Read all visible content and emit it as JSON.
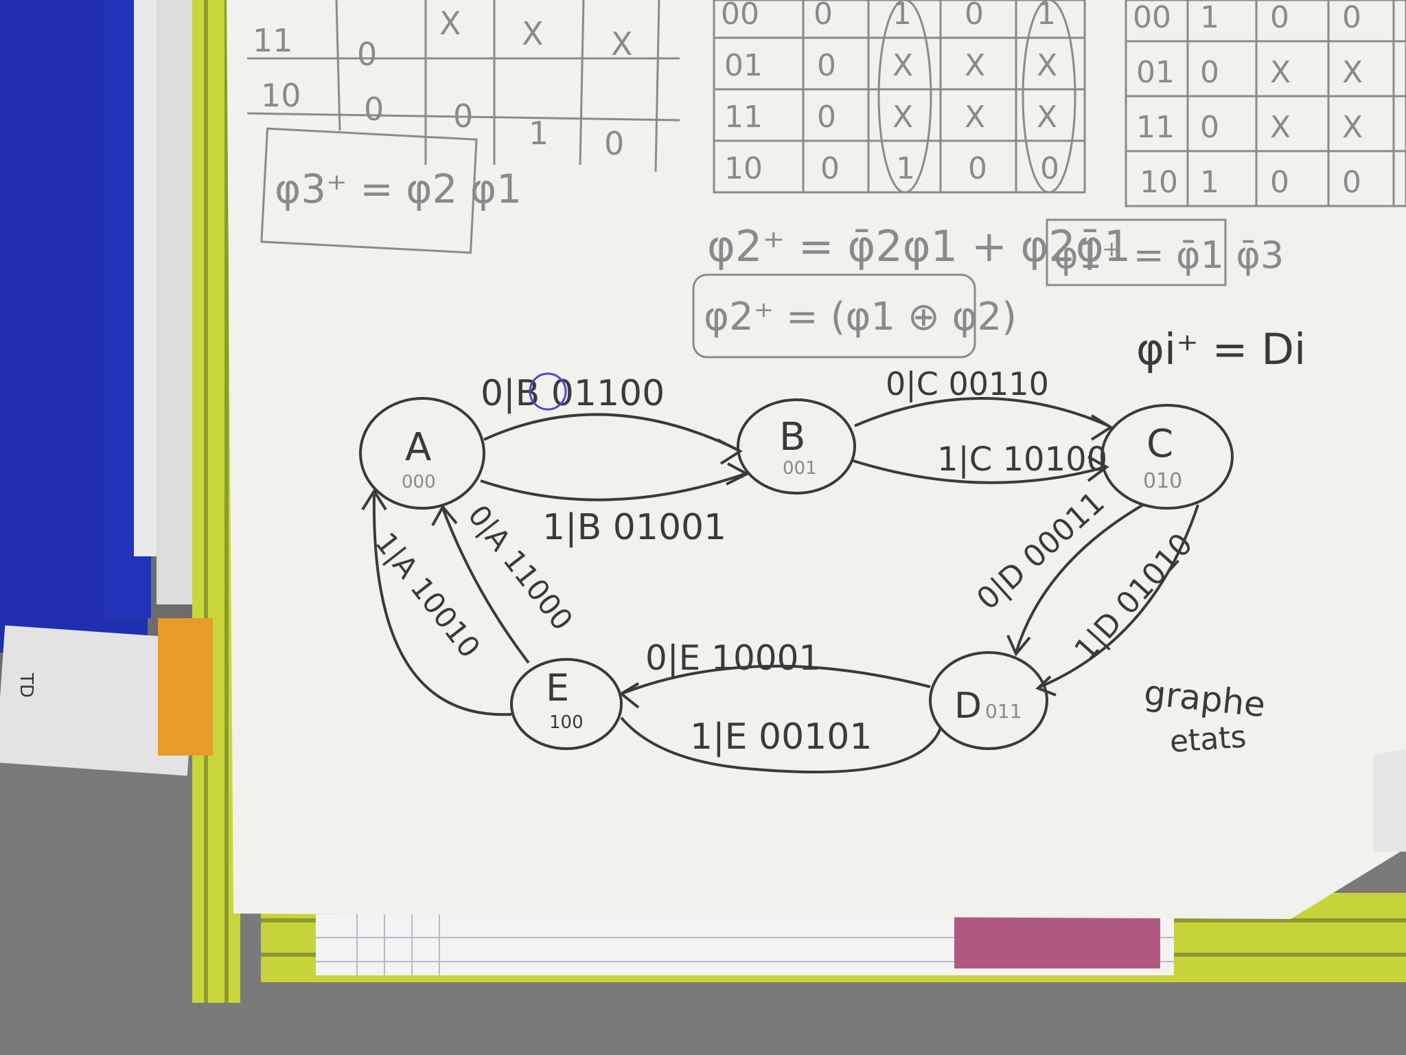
{
  "photo": {
    "colors": {
      "desk": "#6e6e6e",
      "blue_binder": "#1f2fb0",
      "yellow_folder": "#c9d63a",
      "paper": "#f1f1ee",
      "ink": "#3a3a3a",
      "pencil": "#8f8f8f",
      "circle_blue": "#4a49c8"
    },
    "side_label": "TD",
    "tables": {
      "left": {
        "row_labels": [
          "11",
          "10"
        ],
        "rows": [
          [
            "0",
            "X",
            "X",
            "X"
          ],
          [
            "0",
            "0",
            "1",
            "0"
          ]
        ]
      },
      "middle": {
        "row_labels": [
          "00",
          "01",
          "11",
          "10"
        ],
        "rows": [
          [
            "0",
            "1",
            "0",
            "1"
          ],
          [
            "0",
            "X",
            "X",
            "X"
          ],
          [
            "0",
            "X",
            "X",
            "X"
          ],
          [
            "0",
            "1",
            "0",
            "0"
          ]
        ]
      },
      "right": {
        "row_labels": [
          "00",
          "01",
          "11",
          "10"
        ],
        "rows": [
          [
            "1",
            "0",
            "0",
            ""
          ],
          [
            "0",
            "X",
            "X",
            ""
          ],
          [
            "0",
            "X",
            "X",
            ""
          ],
          [
            "1",
            "0",
            "0",
            ""
          ]
        ]
      }
    },
    "equations": {
      "phi3": "φ3⁺ = φ2 φ1",
      "phi2_full": "φ2⁺ = φ̄2φ1 + φ2φ̄1",
      "phi2_xor": "φ2⁺ = (φ1 ⊕ φ2)",
      "phi1": "φ1⁺ = φ̄1 φ̄3",
      "phi_i": "φi⁺ = Di"
    },
    "states": [
      {
        "id": "A",
        "code": "000"
      },
      {
        "id": "B",
        "code": "001"
      },
      {
        "id": "C",
        "code": "010"
      },
      {
        "id": "D",
        "code": "011"
      },
      {
        "id": "E",
        "code": "100"
      }
    ],
    "transitions": {
      "a_b_top": "0|B 01100",
      "a_b_bottom": "1|B 01001",
      "b_c_top": "0|C 00110",
      "b_c_bottom": "1|C 10100",
      "c_d_left": "0|D 00011",
      "c_d_right": "1|D 01010",
      "d_e_top": "0|E 10001",
      "d_e_bottom": "1|E 00101",
      "e_a_inner": "0|A 11000",
      "e_a_outer": "1|A 10010"
    },
    "caption": {
      "line1": "graphe",
      "line2": "etats"
    }
  }
}
